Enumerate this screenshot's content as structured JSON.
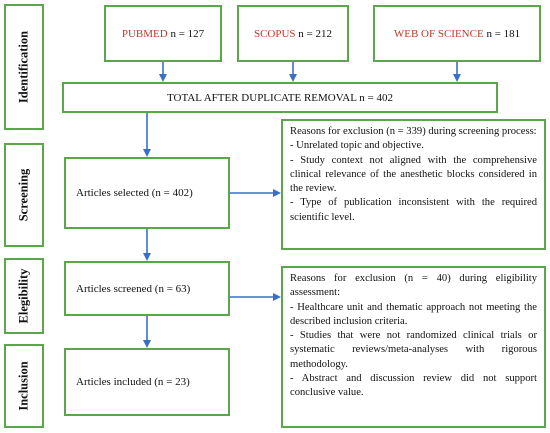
{
  "stages": {
    "identification": "Identification",
    "screening": "Screening",
    "elegibility": "Elegibility",
    "inclusion": "Inclusion"
  },
  "sources": [
    {
      "name": "PUBMED",
      "count": " n = 127"
    },
    {
      "name": "SCOPUS",
      "count": " n = 212"
    },
    {
      "name": "WEB OF SCIENCE",
      "count": " n = 181"
    }
  ],
  "total": "TOTAL AFTER DUPLICATE REMOVAL n = 402",
  "selected": "Articles selected (n = 402)",
  "screened": "Articles screened (n = 63)",
  "included": "Articles included (n = 23)",
  "screening_exclusion": {
    "title": "Reasons for exclusion (n = 339) during screening process:",
    "items": [
      "- Unrelated topic and objective.",
      "- Study context not aligned with the comprehensive clinical relevance of the anesthetic blocks considered in the review.",
      "- Type of publication inconsistent with the required scientific level."
    ]
  },
  "eligibility_exclusion": {
    "title": "Reasons for exclusion (n = 40) during eligibility assessment:",
    "items": [
      "- Healthcare unit and thematic approach not meeting the described inclusion criteria.",
      "- Studies that were not randomized clinical trials or systematic reviews/meta-analyses with rigorous methodology.",
      "- Abstract and discussion review did not support conclusive value."
    ]
  },
  "colors": {
    "border": "#5aa64a",
    "arrow": "#3a6fc4",
    "source_name": "#c0392b"
  }
}
